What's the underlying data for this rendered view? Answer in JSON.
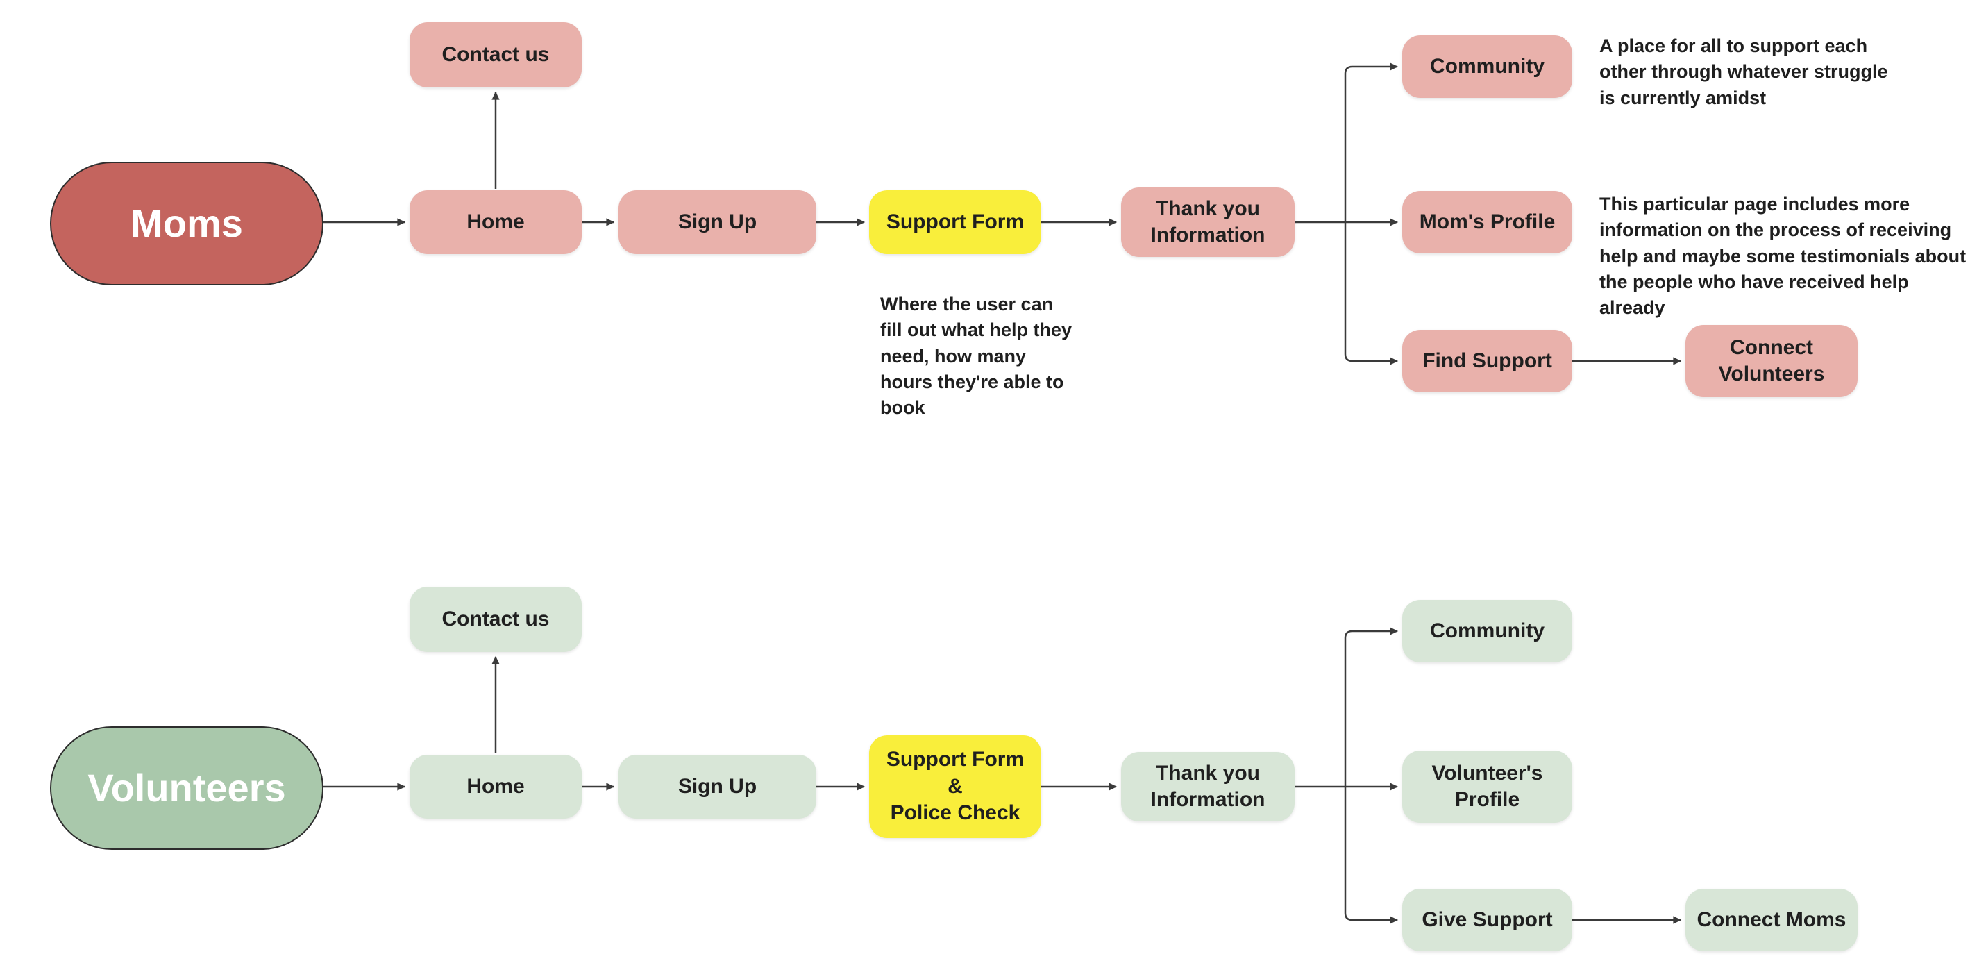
{
  "colors": {
    "moms_primary": "#c4645e",
    "moms_light": "#e9b1ab",
    "volunteers_primary": "#a9c8ab",
    "volunteers_light": "#d8e6d7",
    "highlight": "#f9ee3b",
    "arrow": "#3a3a3a",
    "text": "#1f1f1f",
    "background": "#ffffff"
  },
  "flows": [
    {
      "id": "moms",
      "entity": "Moms",
      "nodes": {
        "contact": "Contact us",
        "home": "Home",
        "signup": "Sign Up",
        "form": "Support Form",
        "thankyou": "Thank you\nInformation",
        "community": "Community",
        "profile": "Mom's Profile",
        "support_action": "Find Support",
        "connect": "Connect\nVolunteers"
      },
      "annotations": {
        "community_note": "A place for all to support each\nother through whatever struggle\nis currently amidst",
        "profile_note": "This particular page includes more\ninformation on the process of receiving\nhelp and maybe some testimonials about\nthe people who have received help\nalready",
        "form_note": "Where the user can\nfill out what help they\nneed, how many\nhours they're able to\nbook"
      }
    },
    {
      "id": "volunteers",
      "entity": "Volunteers",
      "nodes": {
        "contact": "Contact us",
        "home": "Home",
        "signup": "Sign Up",
        "form": "Support Form\n&\nPolice Check",
        "thankyou": "Thank you\nInformation",
        "community": "Community",
        "profile": "Volunteer's\nProfile",
        "support_action": "Give Support",
        "connect": "Connect Moms"
      }
    }
  ]
}
